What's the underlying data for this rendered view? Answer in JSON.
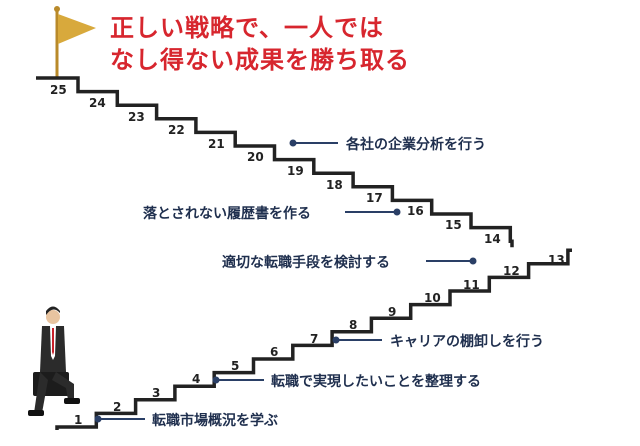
{
  "title": {
    "line1": "正しい戦略で、一人では",
    "line2": "なし得ない成果を勝ち取る"
  },
  "colors": {
    "title": "#d7262e",
    "stairs": "#222222",
    "annotation_text": "#1f2f4e",
    "annotation_line": "#2a3f66",
    "flag": "#d8a93c"
  },
  "icons": {
    "flag": "goal-flag-icon",
    "person": "businessman-climbing-icon"
  },
  "steps_upper": [
    "14",
    "15",
    "16",
    "17",
    "18",
    "19",
    "20",
    "21",
    "22",
    "23",
    "24",
    "25"
  ],
  "steps_lower": [
    "1",
    "2",
    "3",
    "4",
    "5",
    "6",
    "7",
    "8",
    "9",
    "10",
    "11",
    "12",
    "13"
  ],
  "annotations": [
    {
      "text": "各社の企業分析を行う"
    },
    {
      "text": "落とされない履歴書を作る"
    },
    {
      "text": "適切な転職手段を検討する"
    },
    {
      "text": "キャリアの棚卸しを行う"
    },
    {
      "text": "転職で実現したいことを整理する"
    },
    {
      "text": "転職市場概況を学ぶ"
    }
  ]
}
